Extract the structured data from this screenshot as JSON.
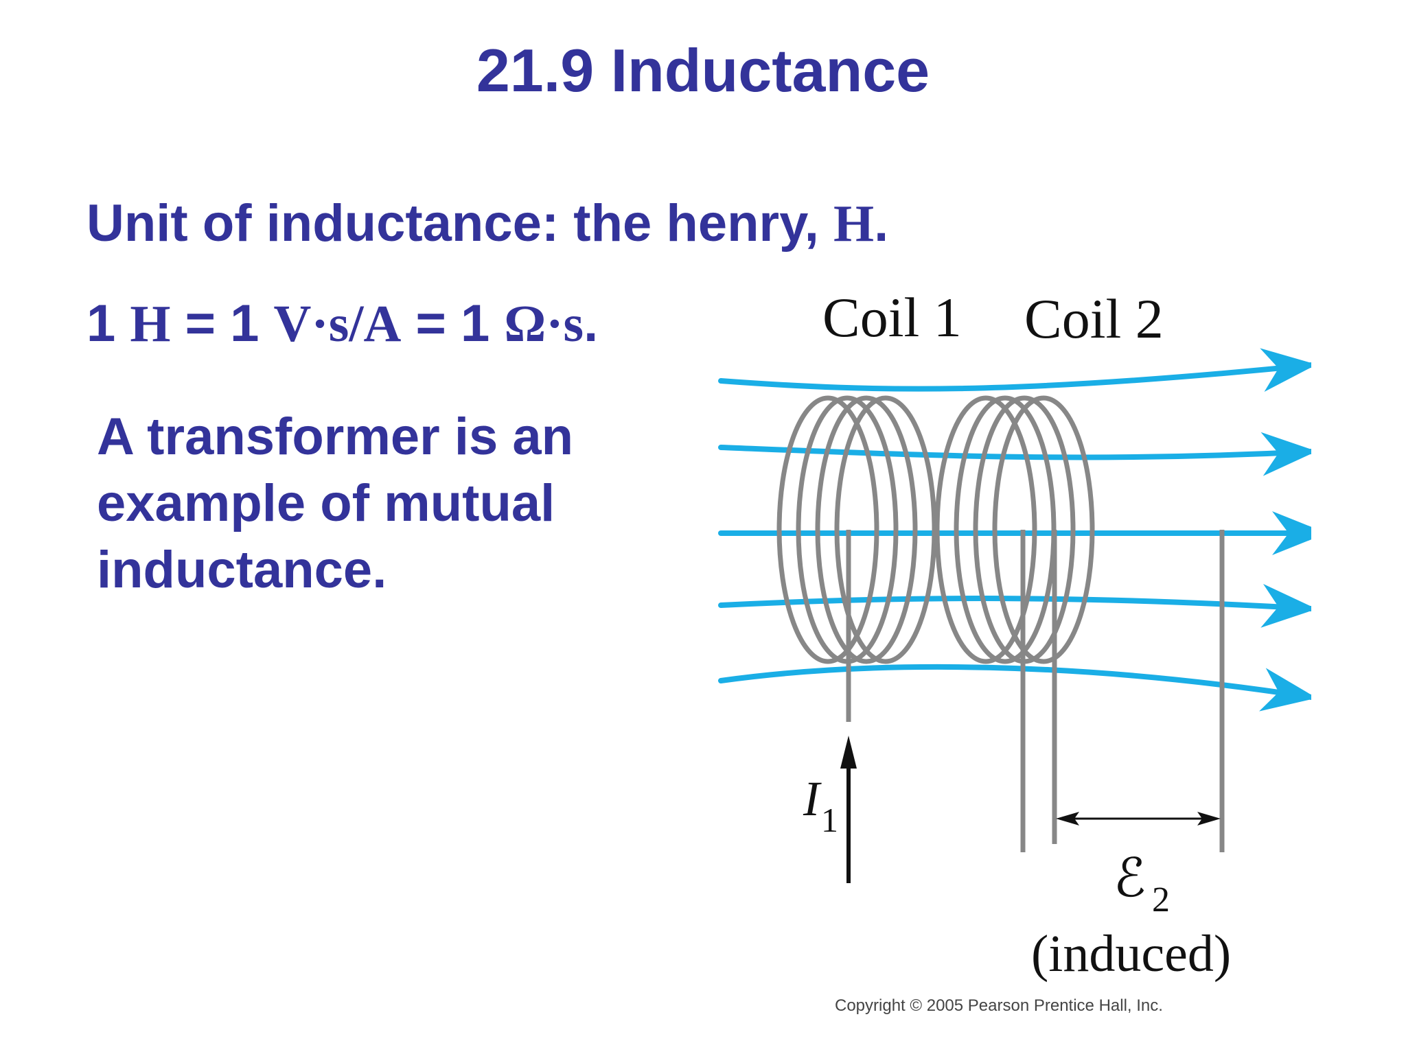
{
  "slide": {
    "title": "21.9 Inductance",
    "unit_line": {
      "prefix": "Unit of inductance: the henry, ",
      "symbol": "H",
      "suffix": "."
    },
    "equation": {
      "p1": "1 ",
      "h": "H",
      "p2": " = 1 ",
      "vsa": "V·s/A",
      "p3": " = 1 ",
      "ohm_s": "Ω·s",
      "p4": "."
    },
    "paragraph": "A transformer is an example of mutual inductance."
  },
  "figure": {
    "coil1_label": "Coil 1",
    "coil2_label": "Coil 2",
    "current_symbol": "I",
    "current_subscript": "1",
    "emf_symbol": "ℰ",
    "emf_subscript": "2",
    "emf_note": "(induced)",
    "field_color": "#1aaee6",
    "wire_color": "#878787",
    "arrow_color": "#111111"
  },
  "copyright": "Copyright © 2005 Pearson Prentice Hall, Inc."
}
